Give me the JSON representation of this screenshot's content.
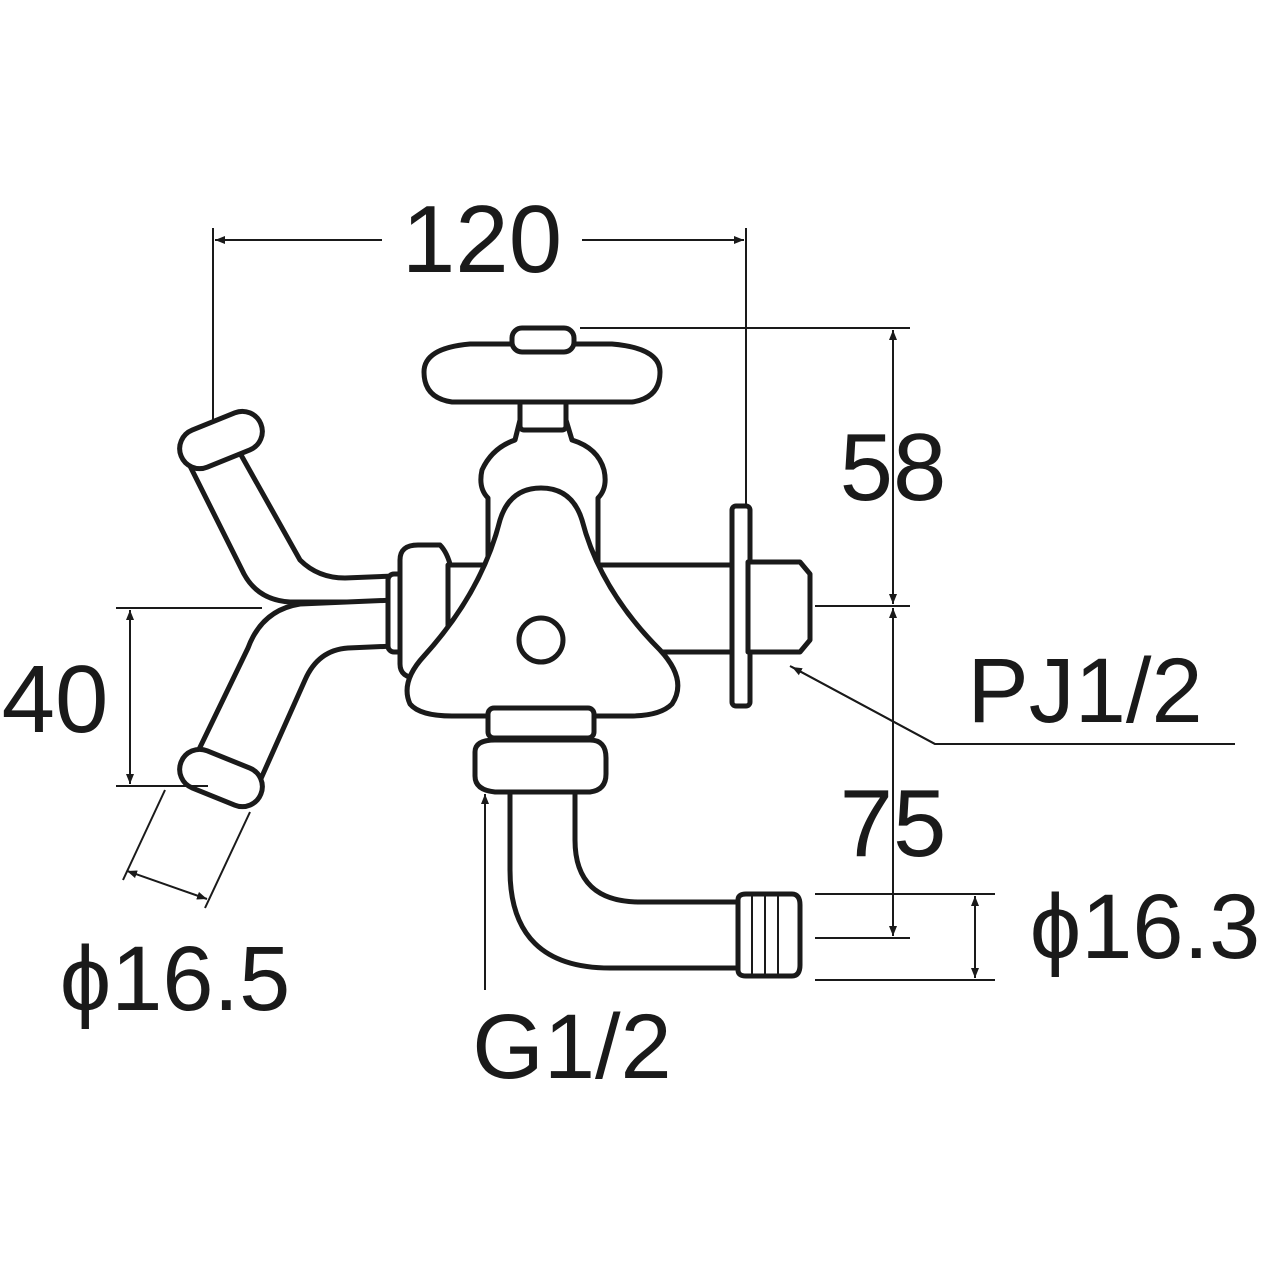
{
  "dimensions": {
    "overall_width": "120",
    "height_above_outlet": "58",
    "height_below_outlet": "75",
    "branch_spacing": "40",
    "hose_end_left": "ϕ16.5",
    "hose_end_bottom": "ϕ16.3",
    "outlet_thread": "PJ1/2",
    "inlet_thread": "G1/2"
  },
  "colors": {
    "line": "#1a1a1a",
    "background": "#ffffff"
  }
}
